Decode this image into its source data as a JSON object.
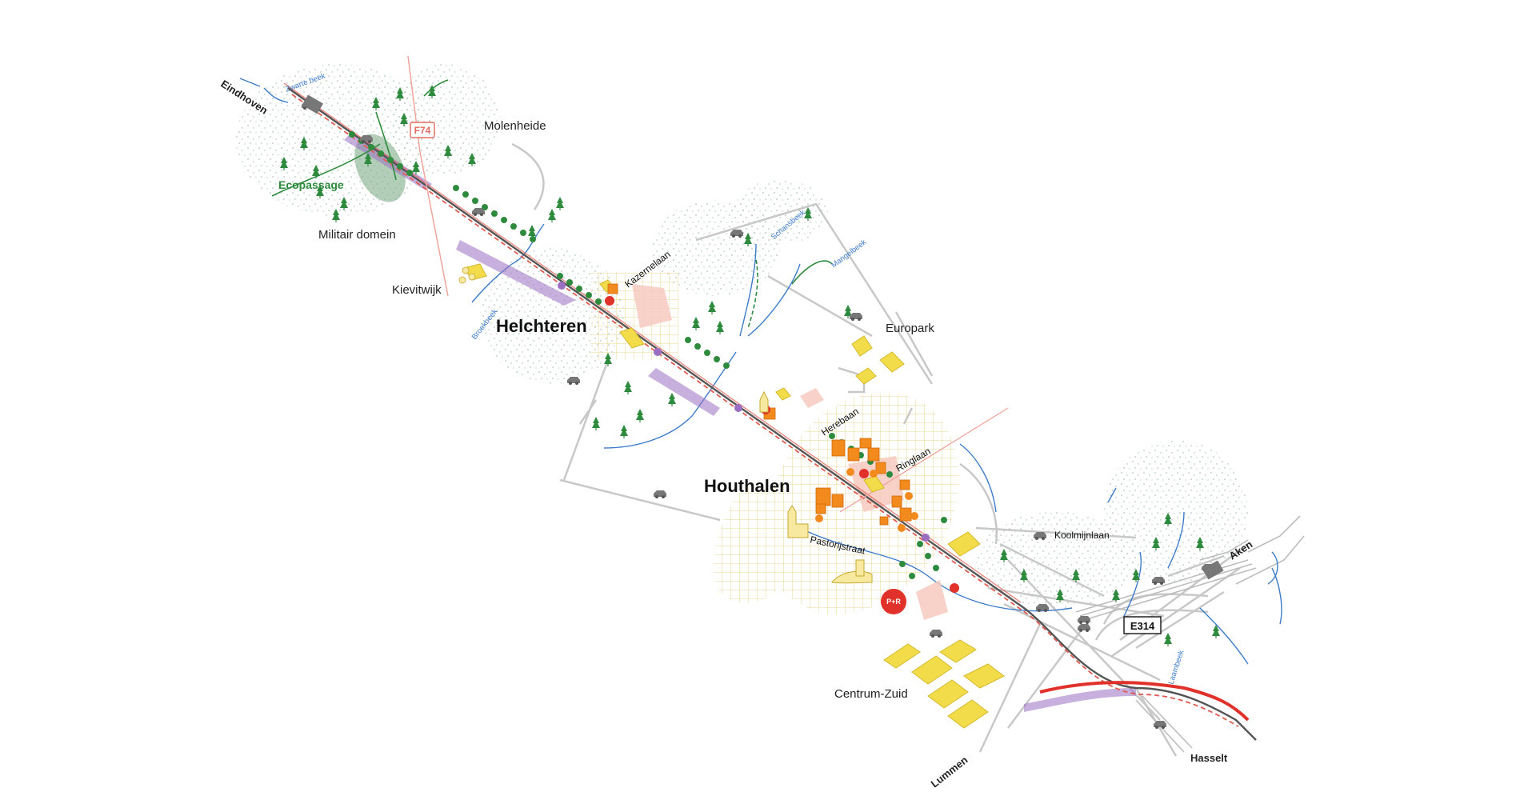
{
  "map": {
    "places": {
      "helchteren": "Helchteren",
      "houthalen": "Houthalen",
      "molenheide": "Molenheide",
      "militair_domein": "Militair domein",
      "kievitwijk": "Kievitwijk",
      "europark": "Europark",
      "centrum_zuid": "Centrum-Zuid"
    },
    "directions": {
      "eindhoven": "Eindhoven",
      "aken": "Aken",
      "hasselt": "Hasselt",
      "lummen": "Lummen"
    },
    "streets": {
      "kazernelaan": "Kazernelaan",
      "herebaan": "Herebaan",
      "ringlaan": "Ringlaan",
      "pastorijstraat": "Pastorijstraat",
      "koolmijnlaan": "Koolmijnlaan"
    },
    "creeks": {
      "zwarte_beek": "Zwarte beek",
      "schansbeek": "Schansbeek",
      "mangelbeek": "Mangelbeek",
      "broekbeek": "Broekbeek",
      "laambeek": "Laambeek"
    },
    "features": {
      "ecopassage": "Ecopassage",
      "f74": "F74",
      "e314": "E314",
      "park_and_ride": "P+R"
    },
    "colors": {
      "rail_corridor": "#e05a4f",
      "trees": "#2e8b3e",
      "water": "#3d7cc9",
      "buildings": "#f28a1e",
      "housing": "#f2dc4a",
      "hub": "#e0312a",
      "station_zone": "#f7c9bf",
      "road": "#c8c8c8",
      "rail": "#555555",
      "greenway": "#9a6fc2"
    }
  }
}
